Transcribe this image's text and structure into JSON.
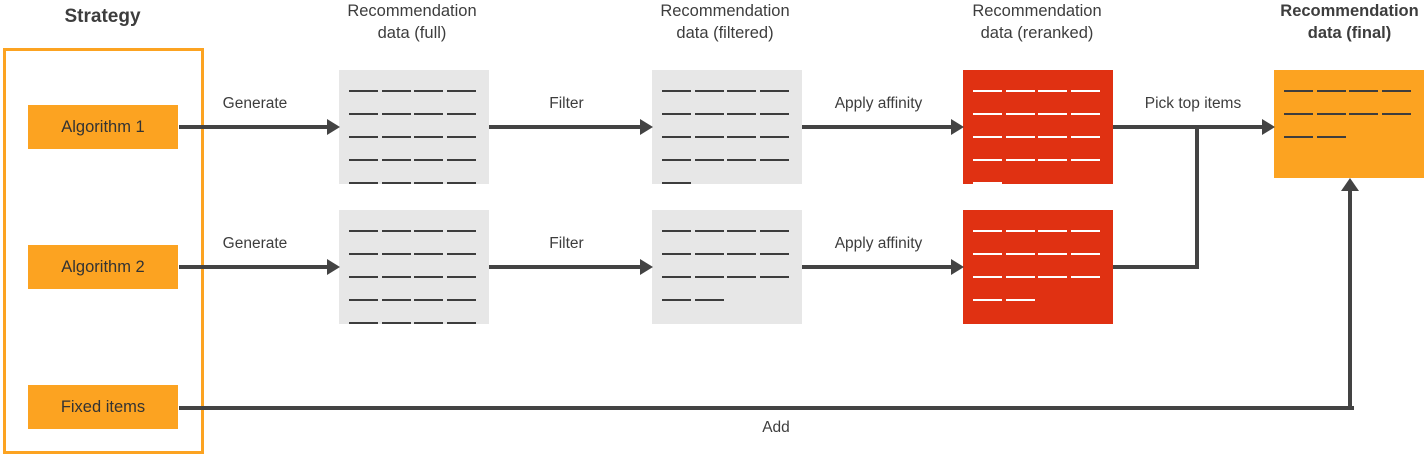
{
  "strategy": {
    "title": "Strategy",
    "items": [
      {
        "label": "Algorithm 1"
      },
      {
        "label": "Algorithm 2"
      },
      {
        "label": "Fixed items"
      }
    ]
  },
  "columns": [
    {
      "title": "Recommendation\ndata (full)",
      "bold": false
    },
    {
      "title": "Recommendation\ndata (filtered)",
      "bold": false
    },
    {
      "title": "Recommendation\ndata (reranked)",
      "bold": false
    },
    {
      "title": "Recommendation\ndata (final)",
      "bold": true
    }
  ],
  "edges": [
    {
      "label": "Generate"
    },
    {
      "label": "Filter"
    },
    {
      "label": "Apply affinity"
    },
    {
      "label": "Pick top items"
    },
    {
      "label": "Generate"
    },
    {
      "label": "Filter"
    },
    {
      "label": "Apply affinity"
    },
    {
      "label": "Add"
    }
  ],
  "colors": {
    "orange": "#FCA321",
    "red": "#E03112",
    "grey": "#E7E7E7",
    "line": "#434343",
    "text": "#3D3D3D"
  },
  "boxes": {
    "row1_full": {
      "kind": "grey",
      "rows": [
        4,
        4,
        4,
        4,
        4
      ]
    },
    "row1_filtered": {
      "kind": "grey",
      "rows": [
        4,
        4,
        4,
        4,
        1
      ]
    },
    "row1_reranked": {
      "kind": "red",
      "rows": [
        4,
        4,
        4,
        4,
        1
      ]
    },
    "row2_full": {
      "kind": "grey",
      "rows": [
        4,
        4,
        4,
        4,
        4
      ]
    },
    "row2_filtered": {
      "kind": "grey",
      "rows": [
        4,
        4,
        4,
        2,
        0
      ]
    },
    "row2_reranked": {
      "kind": "red",
      "rows": [
        4,
        4,
        4,
        2,
        0
      ]
    },
    "final": {
      "kind": "orange",
      "rows": [
        4,
        4,
        2,
        0,
        0
      ]
    }
  }
}
